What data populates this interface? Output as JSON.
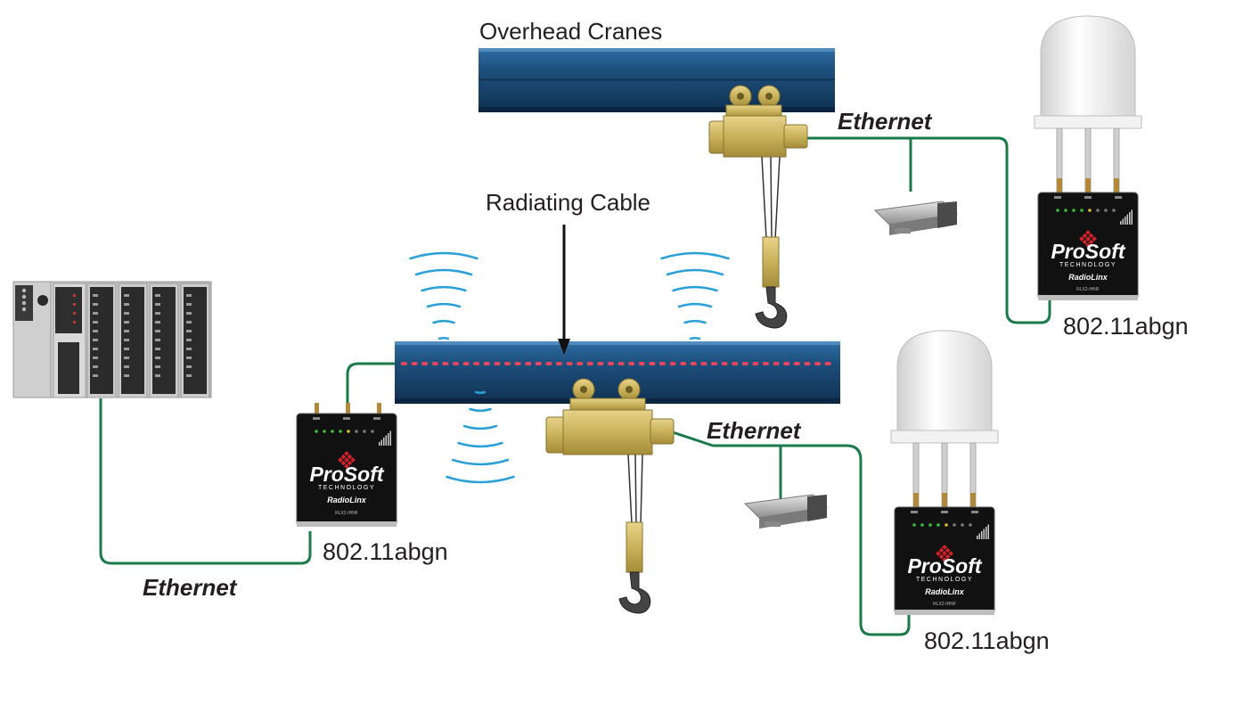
{
  "labels": {
    "overhead_cranes": "Overhead Cranes",
    "radiating_cable": "Radiating Cable",
    "ethernet_top": "Ethernet",
    "ethernet_middle": "Ethernet",
    "ethernet_bottom": "Ethernet",
    "standard_top_radio": "802.11abgn",
    "standard_bottom_radio": "802.11abgn",
    "standard_left_radio": "802.11abgn"
  },
  "radio": {
    "brand": "ProSoft",
    "brand_sub": "TECHNOLOGY",
    "product": "RadioLinx",
    "model": "RLX2-IHNF"
  },
  "colors": {
    "ethernet_cable": "#1a7a4a",
    "beam": "#1c4f7c",
    "radiating_dots": "#e8455e",
    "signal_waves": "#2a9fd8",
    "hoist": "#c9b25a",
    "radio_body": "#111111",
    "brand_mark": "#d2232a"
  },
  "icons": [
    "plc-rack",
    "crane-beam",
    "hoist",
    "crane-hook",
    "security-camera",
    "radio-antenna-dome",
    "signal-waves",
    "arrow-down"
  ]
}
